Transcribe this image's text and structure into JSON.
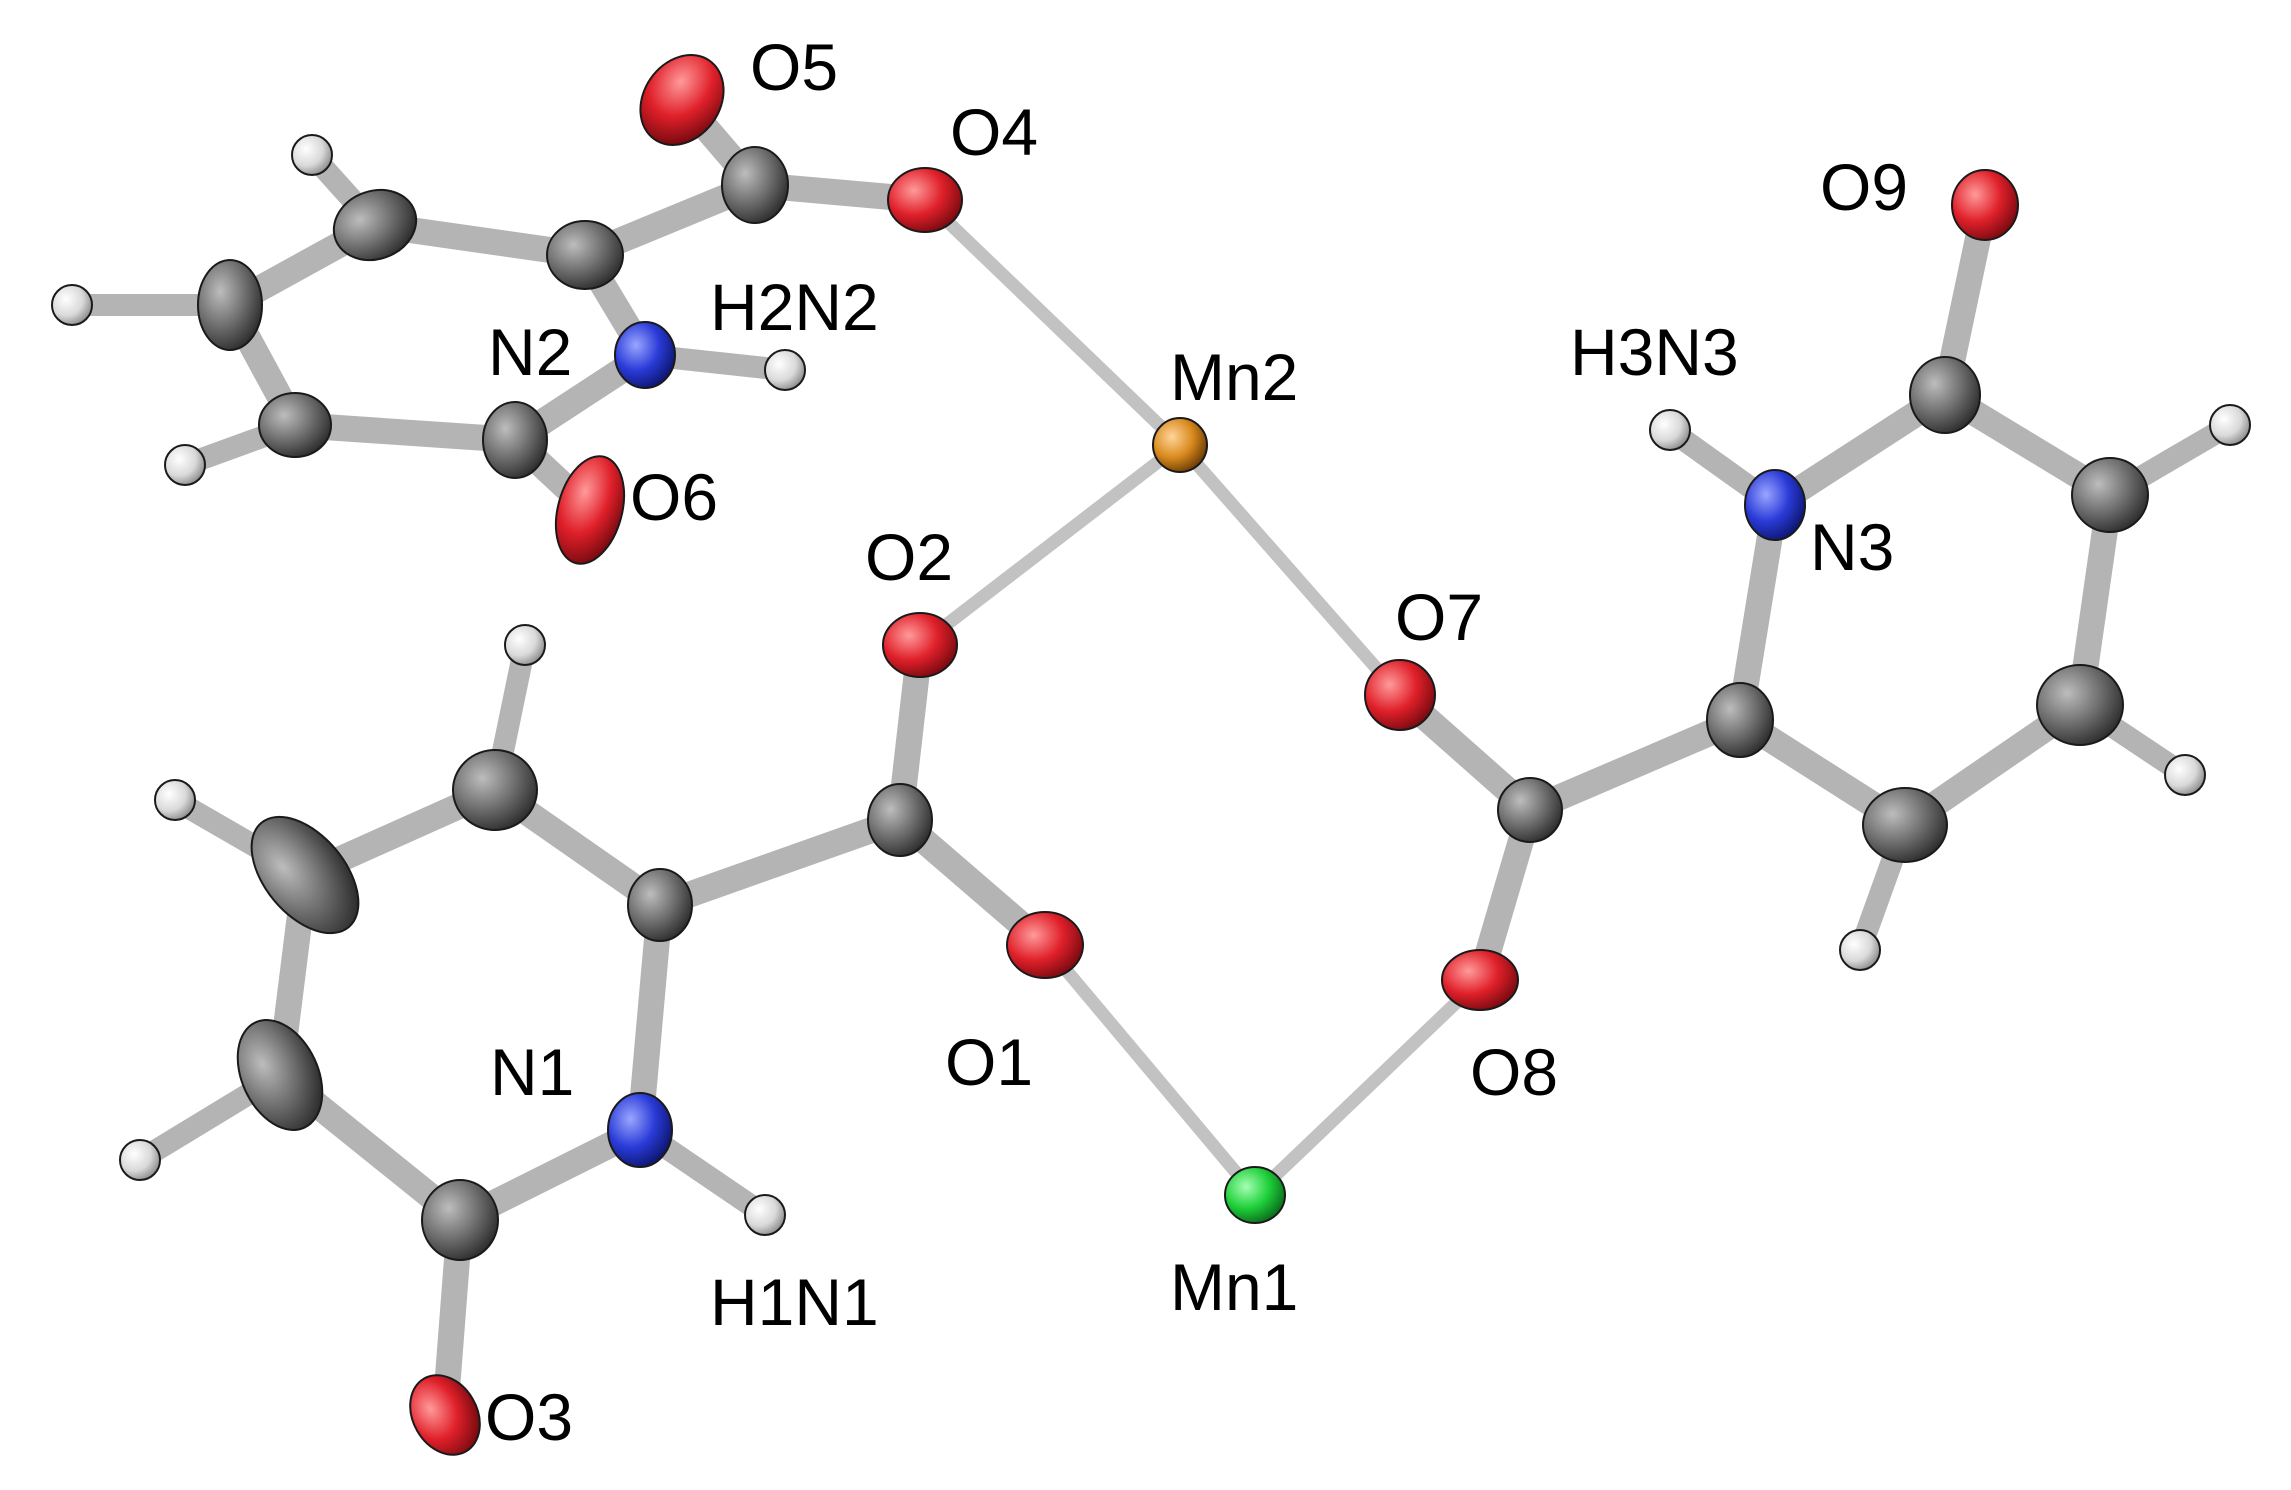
{
  "diagram": {
    "type": "ORTEP crystal structure",
    "colors": {
      "carbon": "#6f6f6f",
      "hydrogen": "#d9d9d9",
      "oxygen": "#e0202a",
      "nitrogen": "#2a3bd8",
      "mn1": "#1fd03a",
      "mn2": "#d98a1e",
      "bond": "#b4b4b4",
      "metal_bond": "#c2c2c2"
    },
    "labels": {
      "O5": "O5",
      "O4": "O4",
      "H2N2": "H2N2",
      "N2": "N2",
      "Mn2": "Mn2",
      "O6": "O6",
      "O2": "O2",
      "O7": "O7",
      "O9": "O9",
      "H3N3": "H3N3",
      "N3": "N3",
      "N1": "N1",
      "O1": "O1",
      "O8": "O8",
      "H1N1": "H1N1",
      "Mn1": "Mn1",
      "O3": "O3"
    }
  }
}
